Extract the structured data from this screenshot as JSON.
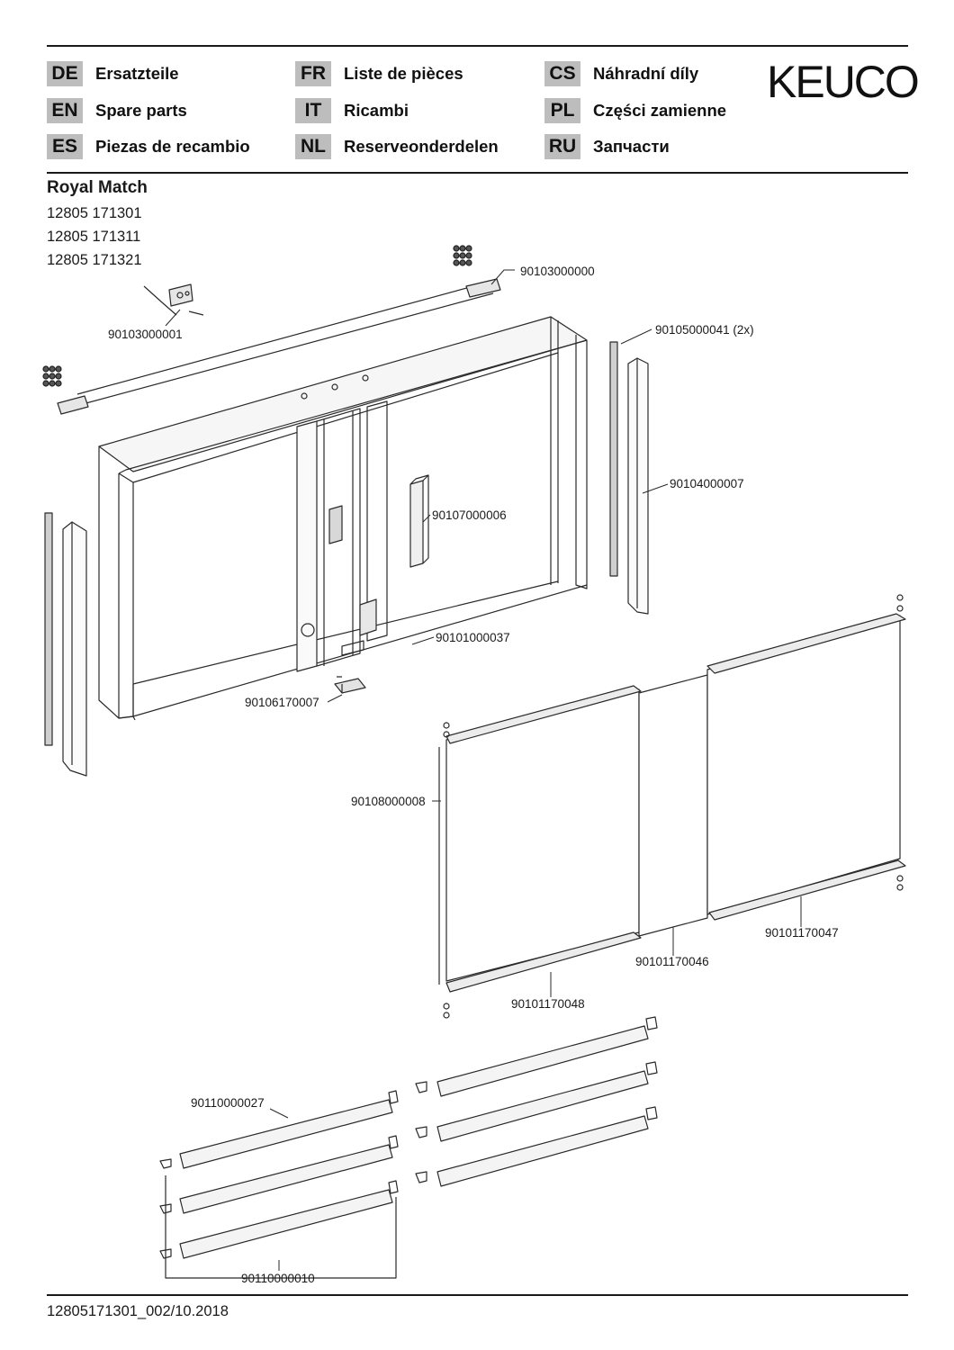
{
  "languages": [
    {
      "code": "DE",
      "label": "Ersatzteile"
    },
    {
      "code": "EN",
      "label": "Spare parts"
    },
    {
      "code": "ES",
      "label": "Piezas de recambio"
    },
    {
      "code": "FR",
      "label": "Liste de pièces"
    },
    {
      "code": "IT",
      "label": "Ricambi"
    },
    {
      "code": "NL",
      "label": "Reserveonderdelen"
    },
    {
      "code": "CS",
      "label": "Náhradní díly"
    },
    {
      "code": "PL",
      "label": "Części zamienne"
    },
    {
      "code": "RU",
      "label": "Запчасти"
    }
  ],
  "brand": "KEUCO",
  "product": {
    "name": "Royal Match",
    "articles": [
      "12805 171301",
      "12805 171311",
      "12805 171321"
    ]
  },
  "parts": {
    "p01": "90103000000",
    "p02": "90103000001",
    "p03": "90105000041 (2x)",
    "p04": "90104000007",
    "p05": "90107000006",
    "p06": "90101000037",
    "p07": "90106170007",
    "p08": "90108000008",
    "p09": "90101170047",
    "p10": "90101170046",
    "p11": "90101170048",
    "p12": "90110000027",
    "p13": "90110000010"
  },
  "footer": "12805171301_002/10.2018"
}
